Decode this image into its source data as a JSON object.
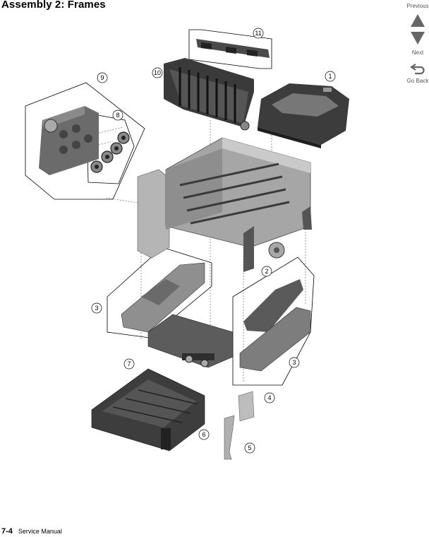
{
  "page_title": "Assembly 2:  Frames",
  "nav": {
    "previous_label": "Previous",
    "next_label": "Next",
    "go_back_label": "Go Back"
  },
  "footer": {
    "page_number": "7-4",
    "manual_name": "Service Manual"
  },
  "callouts": [
    "1",
    "2",
    "3",
    "3",
    "4",
    "5",
    "6",
    "7",
    "8",
    "9",
    "10",
    "11"
  ]
}
